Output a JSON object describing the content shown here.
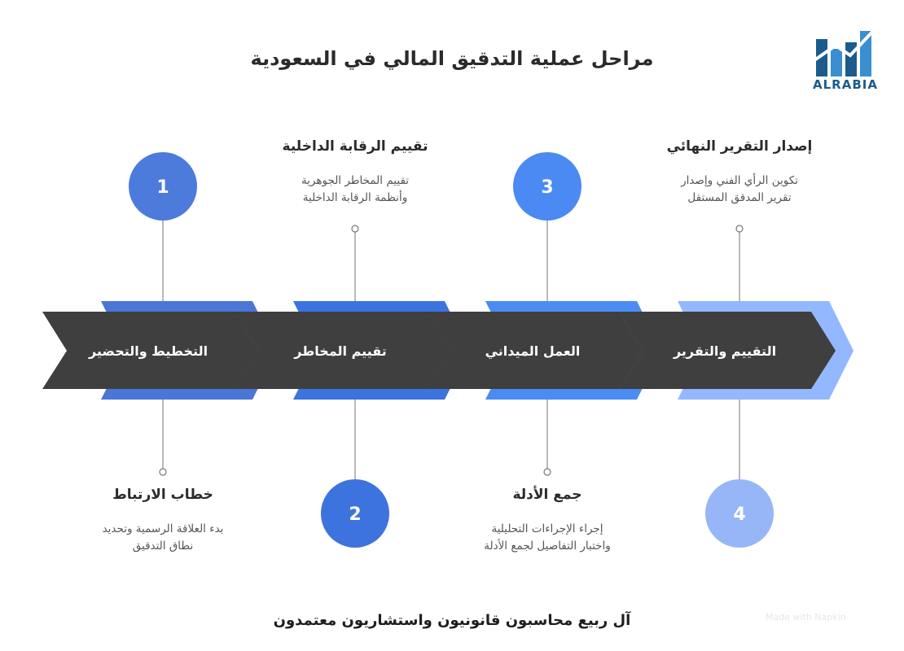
{
  "title": "مراحل عملية التدقيق المالي في السعودية",
  "logo_text": "ALRABIA",
  "footer": "آل ربيع محاسبون قانونيون واستشاريون معتمدون",
  "watermark": "Made with Napkin",
  "colors": {
    "arrow_dark": "#3f3f3f",
    "stage_colors": [
      "#4a77d6",
      "#3b73df",
      "#4b8cf3",
      "#93b8ff"
    ],
    "circle_colors": [
      "#4d7bdc",
      "#3d73de",
      "#4a8af2",
      "#97b6f7"
    ],
    "logo_blue": "#1b5c8c"
  },
  "stages": [
    {
      "label": "التخطيط والتحضير",
      "number": "1",
      "heading": "خطاب الارتباط",
      "desc_line1": "بدء العلاقة الرسمية وتحديد",
      "desc_line2": "نطاق التدقيق"
    },
    {
      "label": "تقييم المخاطر",
      "number": "2",
      "heading": "تقييم الرقابة الداخلية",
      "desc_line1": "تقييم المخاطر الجوهرية",
      "desc_line2": "وأنظمة الرقابة الداخلية"
    },
    {
      "label": "العمل الميداني",
      "number": "3",
      "heading": "جمع الأدلة",
      "desc_line1": "إجراء الإجراءات التحليلية",
      "desc_line2": "واختبار التفاصيل لجمع الأدلة"
    },
    {
      "label": "التقييم والتقرير",
      "number": "4",
      "heading": "إصدار التقرير النهائي",
      "desc_line1": "تكوين الرأي الفني وإصدار",
      "desc_line2": "تقرير المدقق المستقل"
    }
  ]
}
